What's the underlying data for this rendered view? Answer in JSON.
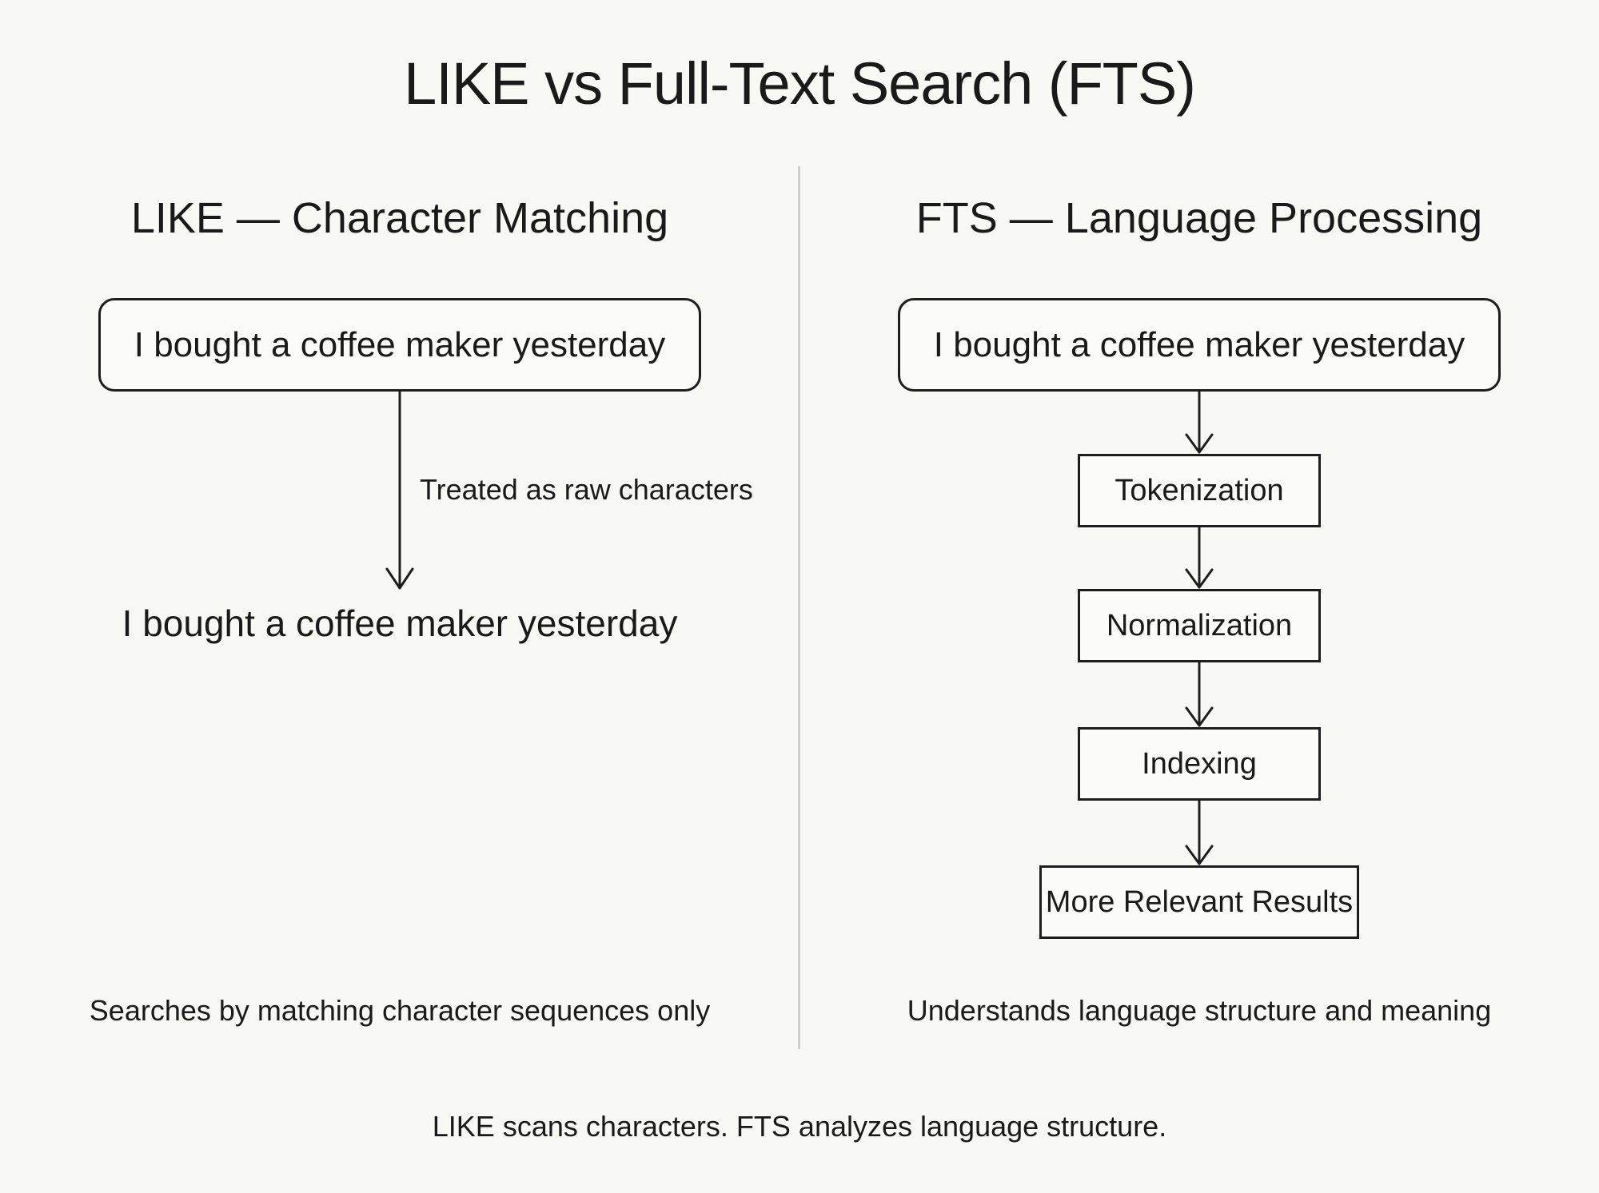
{
  "title": "LIKE vs Full-Text Search (FTS)",
  "left": {
    "heading": "LIKE — Character Matching",
    "input_text": "I bought a coffee maker yesterday",
    "arrow_note": "Treated as raw characters",
    "output_text": "I bought a coffee maker yesterday",
    "caption": "Searches by matching character sequences only"
  },
  "right": {
    "heading": "FTS — Language Processing",
    "input_text": "I bought a coffee maker yesterday",
    "steps": [
      "Tokenization",
      "Normalization",
      "Indexing",
      "More Relevant Results"
    ],
    "caption": "Understands language structure and meaning"
  },
  "footer": "LIKE scans characters. FTS analyzes language structure.",
  "colors": {
    "background": "#f8f8f5",
    "ink": "#1e1e1e",
    "divider": "#cfcfcb"
  }
}
